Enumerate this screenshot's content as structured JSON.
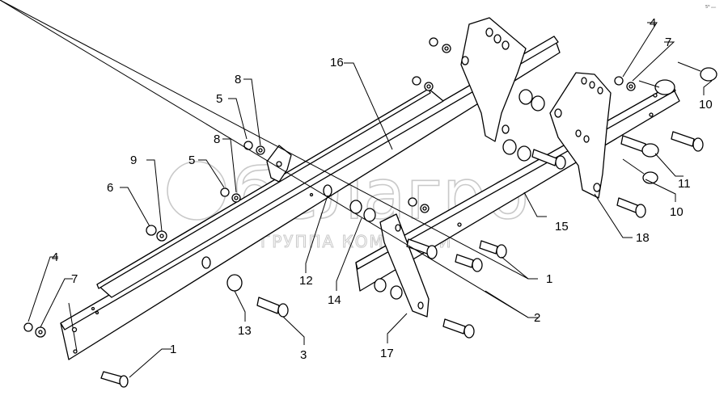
{
  "watermark": {
    "brand": "белагро",
    "subtitle": "ГРУППА КОМПАНИЙ"
  },
  "corner_code": "5ᴺ ₘₘ",
  "callouts": [
    {
      "id": "c1a",
      "label": "1"
    },
    {
      "id": "c1b",
      "label": "1"
    },
    {
      "id": "c2",
      "label": "2"
    },
    {
      "id": "c3",
      "label": "3"
    },
    {
      "id": "c4a",
      "label": "4"
    },
    {
      "id": "c4b",
      "label": "4"
    },
    {
      "id": "c5a",
      "label": "5"
    },
    {
      "id": "c5b",
      "label": "5"
    },
    {
      "id": "c6",
      "label": "6"
    },
    {
      "id": "c7a",
      "label": "7"
    },
    {
      "id": "c7b",
      "label": "7"
    },
    {
      "id": "c8a",
      "label": "8"
    },
    {
      "id": "c8b",
      "label": "8"
    },
    {
      "id": "c9",
      "label": "9"
    },
    {
      "id": "c10a",
      "label": "10"
    },
    {
      "id": "c10b",
      "label": "10"
    },
    {
      "id": "c11",
      "label": "11"
    },
    {
      "id": "c12",
      "label": "12"
    },
    {
      "id": "c13",
      "label": "13"
    },
    {
      "id": "c14",
      "label": "14"
    },
    {
      "id": "c15",
      "label": "15"
    },
    {
      "id": "c16",
      "label": "16"
    },
    {
      "id": "c17",
      "label": "17"
    },
    {
      "id": "c18",
      "label": "18"
    }
  ]
}
